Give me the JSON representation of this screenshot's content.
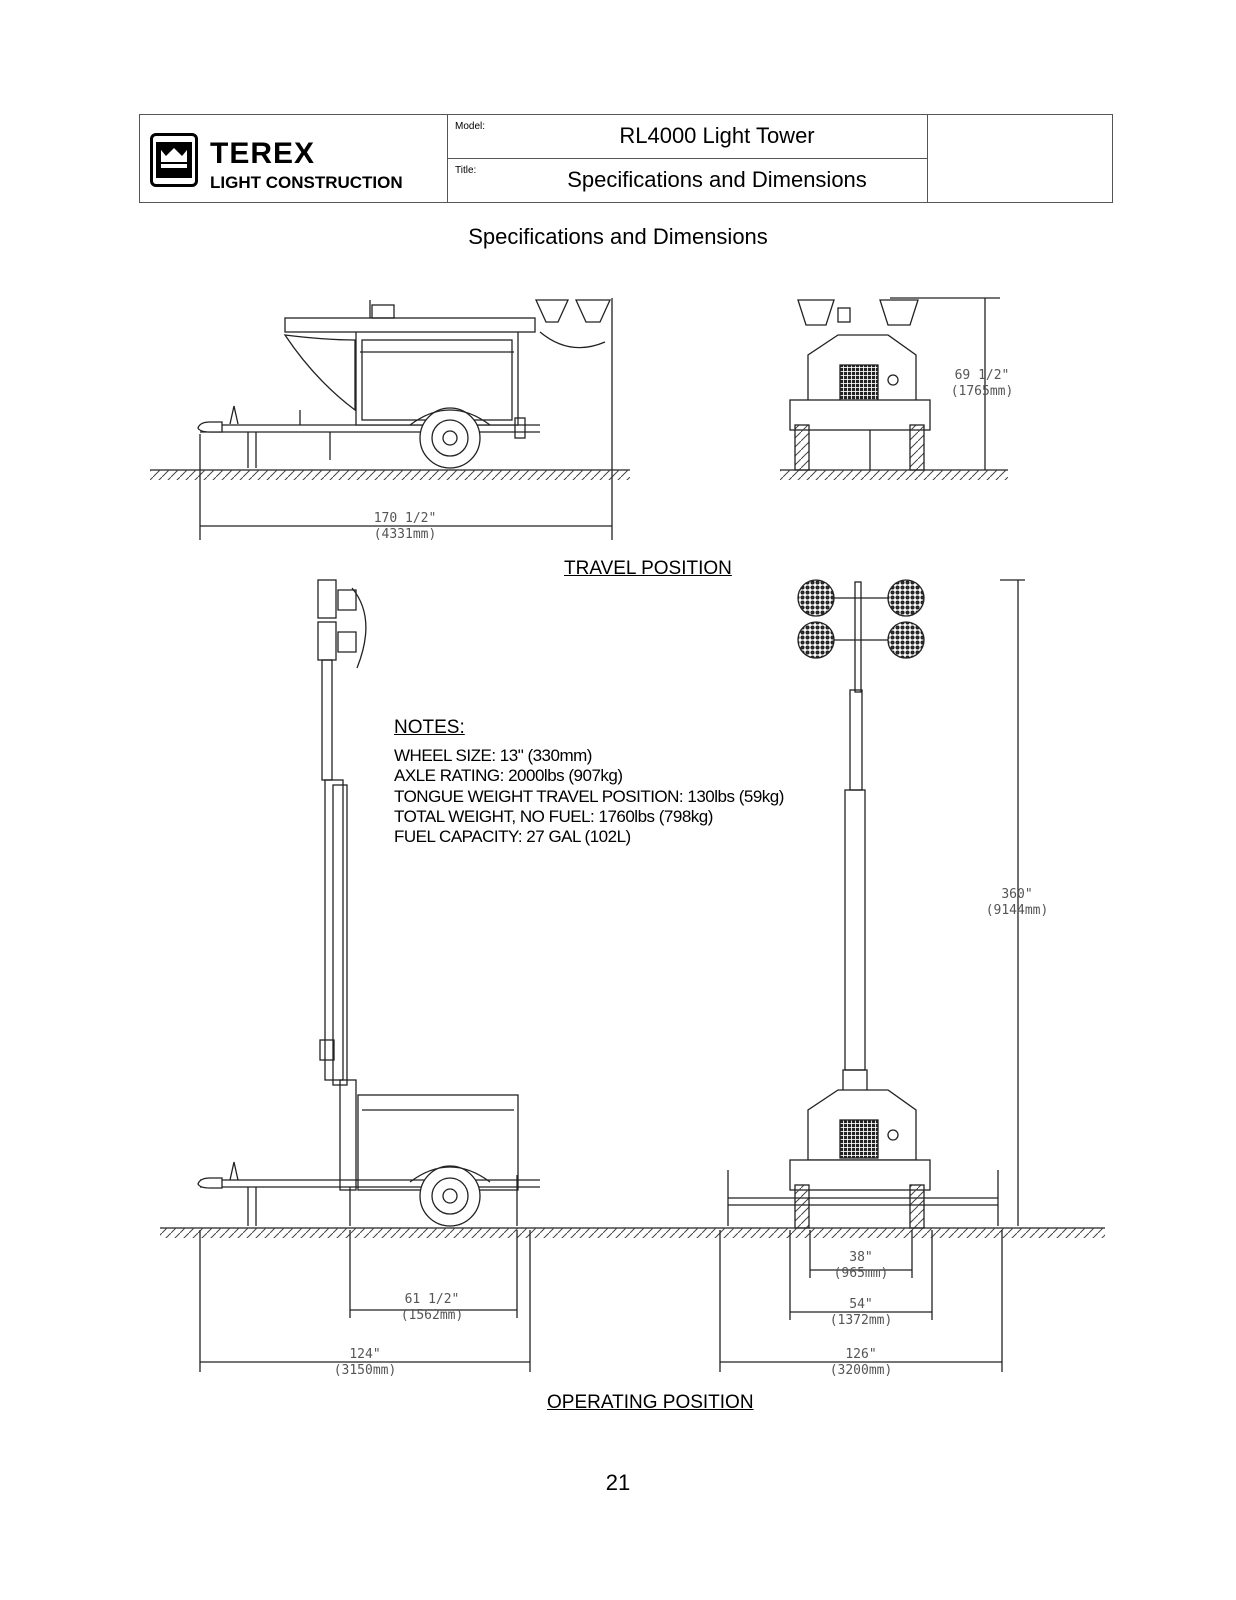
{
  "title_block": {
    "logo_name": "TEREX",
    "logo_sub": "LIGHT CONSTRUCTION",
    "model_label": "Model:",
    "model_value": "RL4000 Light Tower",
    "title_label": "Title:",
    "title_value": "Specifications and Dimensions"
  },
  "heading": "Specifications and Dimensions",
  "captions": {
    "travel": "TRAVEL POSITION",
    "operating": "OPERATING POSITION"
  },
  "notes": {
    "title": "NOTES:",
    "lines": [
      "WHEEL SIZE: 13\" (330mm)",
      "AXLE RATING: 2000lbs (907kg)",
      "TONGUE WEIGHT TRAVEL POSITION: 130lbs (59kg)",
      "TOTAL WEIGHT, NO FUEL: 1760lbs (798kg)",
      "FUEL CAPACITY: 27 GAL (102L)"
    ]
  },
  "dimensions": {
    "travel_length": {
      "imperial": "170 1/2\"",
      "metric": "(4331mm)"
    },
    "travel_height": {
      "imperial": "69 1/2\"",
      "metric": "(1765mm)"
    },
    "operating_height": {
      "imperial": "360\"",
      "metric": "(9144mm)"
    },
    "outrigger_side": {
      "imperial": "61 1/2\"",
      "metric": "(1562mm)"
    },
    "operating_length": {
      "imperial": "124\"",
      "metric": "(3150mm)"
    },
    "track_width": {
      "imperial": "38\"",
      "metric": "(965mm)"
    },
    "overall_width": {
      "imperial": "54\"",
      "metric": "(1372mm)"
    },
    "outrigger_span": {
      "imperial": "126\"",
      "metric": "(3200mm)"
    }
  },
  "page_number": "21"
}
